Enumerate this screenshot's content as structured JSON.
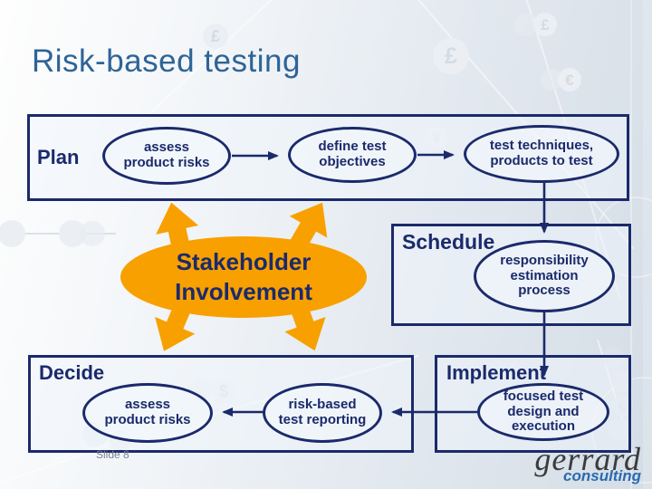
{
  "slide": {
    "title": "Risk-based testing",
    "footer": {
      "slide_number": "Slide 8"
    },
    "logo": {
      "name": "gerrard",
      "tagline": "consulting"
    }
  },
  "colors": {
    "navy": "#1b2a6b",
    "orange": "#f8a000",
    "title_blue": "#2e6496",
    "logo_blue": "#2a6ab0"
  },
  "diagram": {
    "plan": {
      "label": "Plan",
      "nodes": {
        "assess": "assess\nproduct risks",
        "define": "define test\nobjectives",
        "techniques": "test techniques,\nproducts to test"
      }
    },
    "schedule": {
      "label": "Schedule",
      "nodes": {
        "responsibility": "responsibility\nestimation\nprocess"
      }
    },
    "decide": {
      "label": "Decide",
      "nodes": {
        "assess": "assess\nproduct risks",
        "reporting": "risk-based\ntest reporting"
      }
    },
    "implement": {
      "label": "Implement",
      "nodes": {
        "focused": "focused test\ndesign and\nexecution"
      }
    },
    "stakeholder": {
      "text": "Stakeholder\nInvolvement"
    }
  },
  "decorations": {
    "currency_symbols": {
      "pound": "£",
      "euro": "€",
      "dollar": "$",
      "yen": "¥"
    }
  }
}
